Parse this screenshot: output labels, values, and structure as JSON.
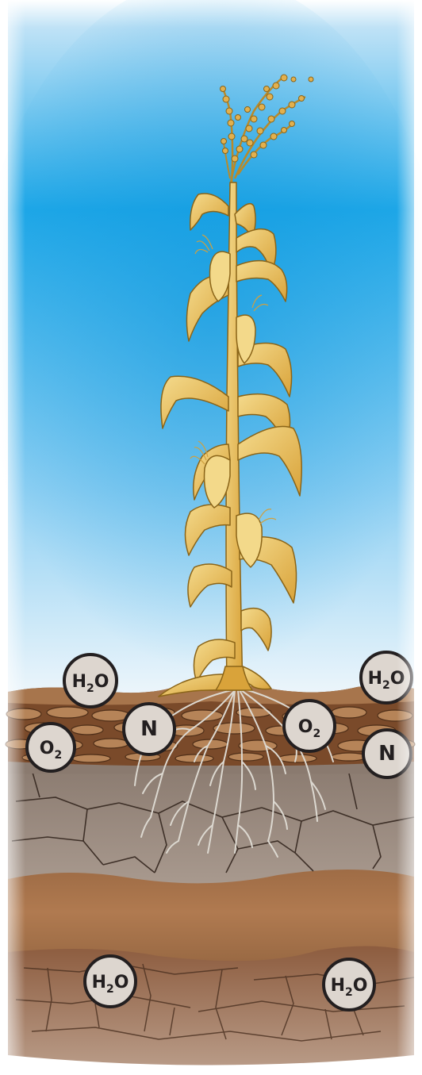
{
  "molecules": [
    {
      "id": "h2o-surface-left",
      "base": "H",
      "sub": "2",
      "tail": "O",
      "layer": "surface"
    },
    {
      "id": "h2o-surface-right",
      "base": "H",
      "sub": "2",
      "tail": "O",
      "layer": "surface"
    },
    {
      "id": "o2-topsoil-left",
      "base": "O",
      "sub": "2",
      "tail": "",
      "layer": "topsoil"
    },
    {
      "id": "n-topsoil-left",
      "base": "N",
      "sub": "",
      "tail": "",
      "layer": "topsoil"
    },
    {
      "id": "o2-topsoil-right",
      "base": "O",
      "sub": "2",
      "tail": "",
      "layer": "topsoil"
    },
    {
      "id": "n-topsoil-right",
      "base": "N",
      "sub": "",
      "tail": "",
      "layer": "topsoil"
    },
    {
      "id": "h2o-deep-left",
      "base": "H",
      "sub": "2",
      "tail": "O",
      "layer": "deep"
    },
    {
      "id": "h2o-deep-right",
      "base": "H",
      "sub": "2",
      "tail": "O",
      "layer": "deep"
    }
  ],
  "colors": {
    "sky_top": "#ffffff",
    "sky_mid": "#1fa8e8",
    "sky_bottom": "#eef6fb",
    "plant_fill": "#e6b54a",
    "plant_light": "#f3d98a",
    "plant_outline": "#8a6418",
    "topsoil": "#8a5a34",
    "clod": "#b07a4c",
    "subsoil": "#9b8a7e",
    "crack": "#4a3a30",
    "band": "#a8724a",
    "deep_soil": "#86553a",
    "roots": "#d8d4cc",
    "molecule_fill": "#ddd6cf",
    "molecule_stroke": "#231f20"
  }
}
